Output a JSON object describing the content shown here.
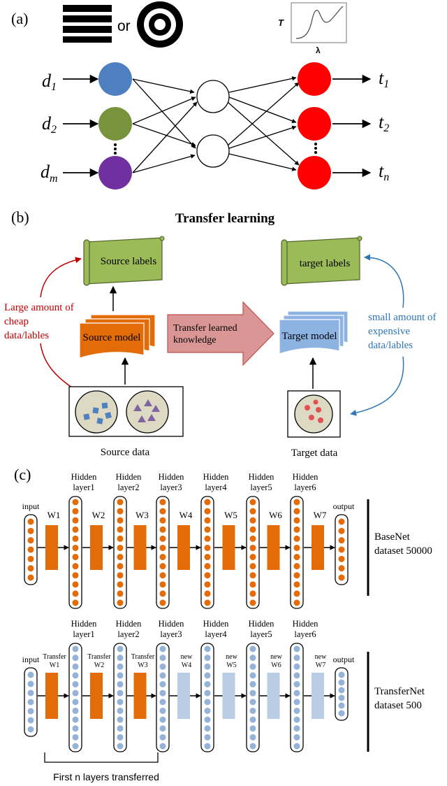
{
  "panel_a": {
    "label": "(a)",
    "or_text": "or",
    "spectrum": {
      "ylabel": "T",
      "xlabel": "λ"
    },
    "inputs": [
      {
        "base": "d",
        "sub": "1"
      },
      {
        "base": "d",
        "sub": "2"
      },
      {
        "base": "d",
        "sub": "m"
      }
    ],
    "outputs": [
      {
        "base": "t",
        "sub": "1"
      },
      {
        "base": "t",
        "sub": "2"
      },
      {
        "base": "t",
        "sub": "n"
      }
    ],
    "colors": {
      "d1": "#4d7fc1",
      "d2": "#77933c",
      "dm": "#7030a0",
      "out": "#ff0000"
    }
  },
  "panel_b": {
    "label": "(b)",
    "title": "Transfer learning",
    "source_labels": "Source labels",
    "target_labels": "target labels",
    "source_model": "Source model",
    "target_model": "Target model",
    "transfer_text": [
      "Transfer learned",
      "knowledge"
    ],
    "left_note": [
      "Large amount of",
      "cheap",
      "data/lables"
    ],
    "right_note": [
      "small amount of",
      "expensive",
      "data/lables"
    ],
    "source_data": "Source data",
    "target_data": "Target data",
    "colors": {
      "label_green": "#9bbb59",
      "source_orange": "#e36c09",
      "target_blue": "#8db3e2",
      "arrow_pink": "#d99694",
      "left_red": "#c00000",
      "right_blue": "#2e75b6"
    }
  },
  "panel_c": {
    "label": "(c)",
    "hidden_layers": [
      [
        "Hidden",
        "layer1"
      ],
      [
        "Hidden",
        "layer2"
      ],
      [
        "Hidden",
        "layer3"
      ],
      [
        "Hidden",
        "layer4"
      ],
      [
        "Hidden",
        "layer5"
      ],
      [
        "Hidden",
        "layer6"
      ]
    ],
    "input_label": "input",
    "output_label": "output",
    "base_weights": [
      "W1",
      "W2",
      "W3",
      "W4",
      "W5",
      "W6",
      "W7"
    ],
    "base_name": [
      "BaseNet",
      "dataset 50000"
    ],
    "transfer_weights": [
      [
        "Transfer",
        "W1"
      ],
      [
        "Transfer",
        "W2"
      ],
      [
        "Transfer",
        "W3"
      ],
      [
        "new",
        "W4"
      ],
      [
        "new",
        "W5"
      ],
      [
        "new",
        "W6"
      ],
      [
        "new",
        "W7"
      ]
    ],
    "transfer_name": [
      "TransferNet",
      "dataset 500"
    ],
    "bracket_label": "First n layers transferred",
    "colors": {
      "orange": "#e36c09",
      "light_blue": "#b9cde5",
      "node_blue": "#95b3d7"
    }
  }
}
